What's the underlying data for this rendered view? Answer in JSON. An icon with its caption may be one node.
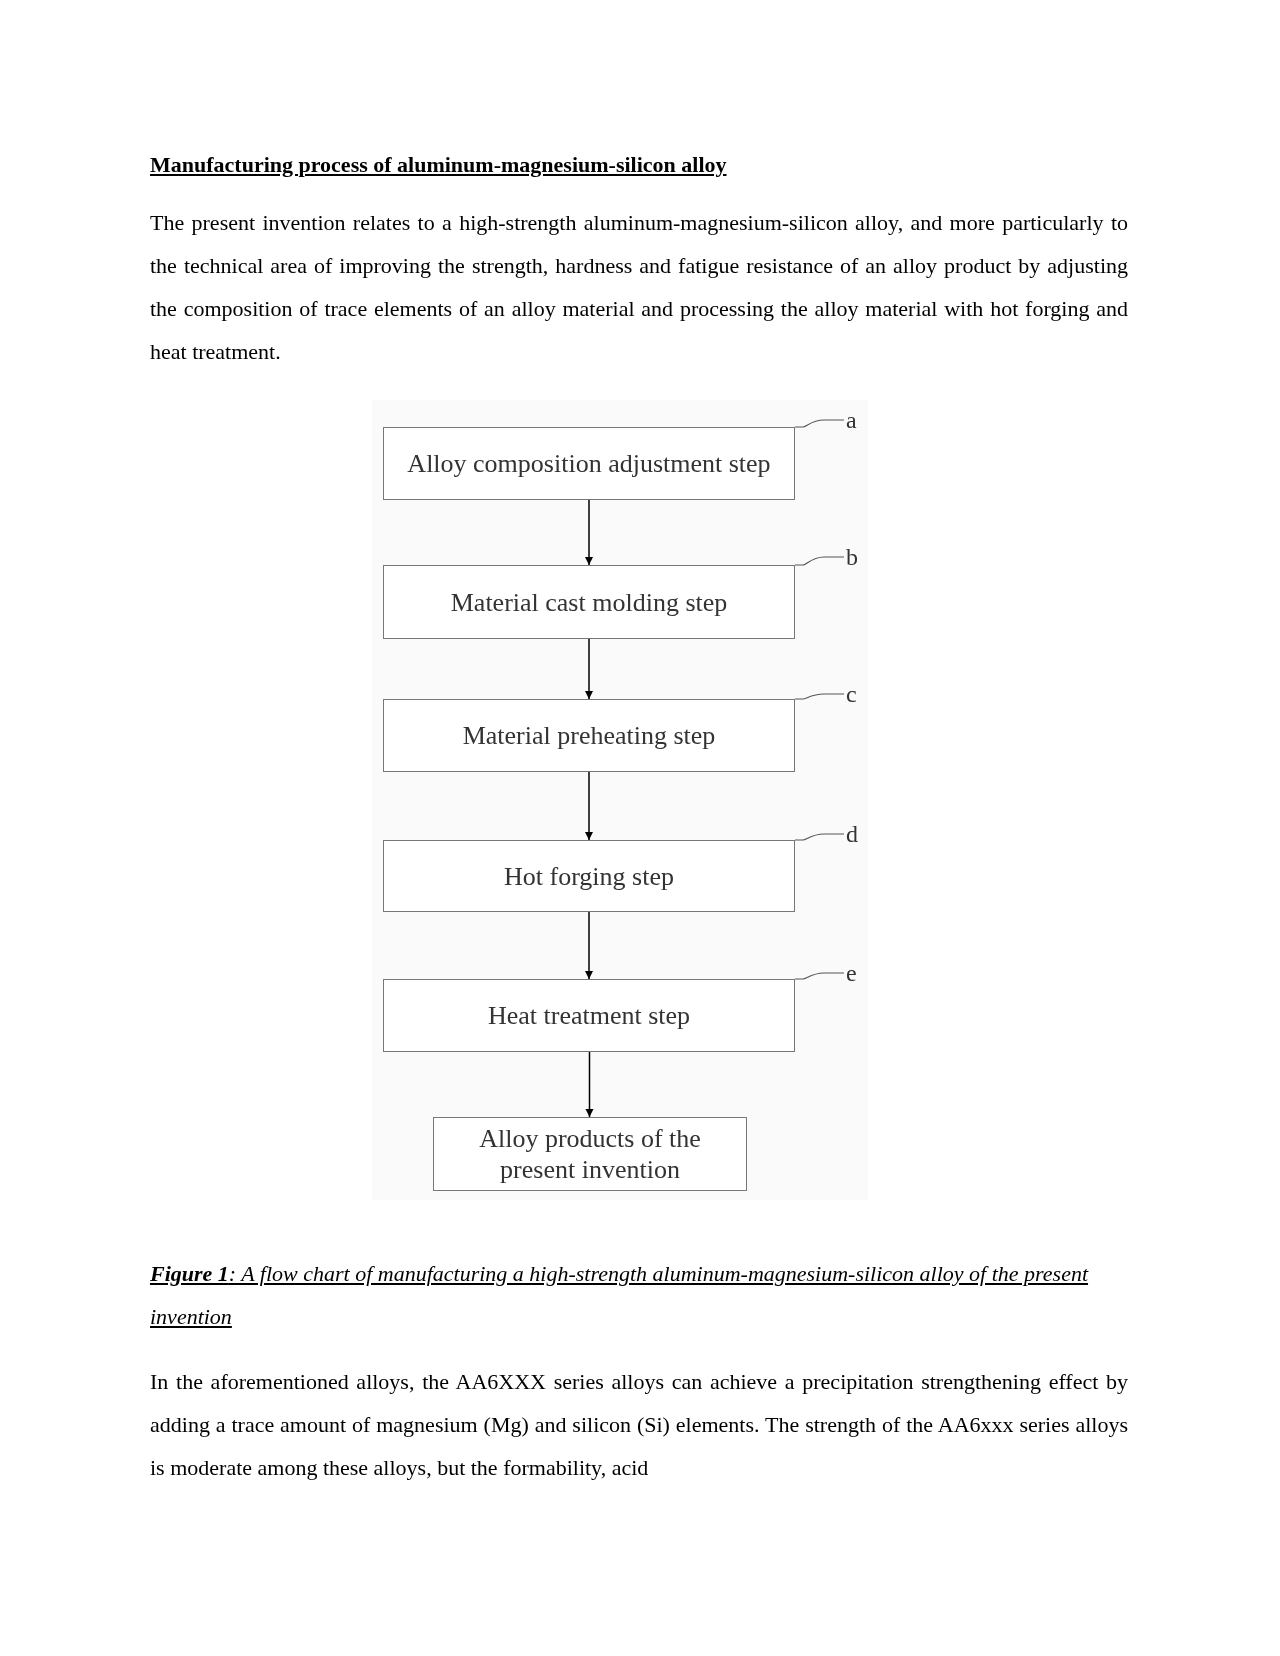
{
  "diagram": {
    "title": "Manufacturing process of aluminum-magnesium-silicon alloy",
    "caption": "**Figure 1**: A flow chart of manufacturing a high-strength aluminum-magnesium-silicon alloy of the present invention",
    "nodes": [
      {
        "text": [
          "Alloy composition adjustment step"
        ]
      },
      {
        "text": [
          "Material cast molding step"
        ]
      },
      {
        "text": [
          "Material preheating step"
        ]
      },
      {
        "text": [
          "Hot forging step"
        ]
      },
      {
        "text": [
          "Heat treatment step"
        ]
      },
      {
        "text": [
          "Alloy products of the present invention"
        ]
      },
      {
        "text": [
          "a"
        ]
      },
      {
        "text": [
          "b"
        ]
      },
      {
        "text": [
          "c"
        ]
      },
      {
        "text": [
          "d"
        ]
      },
      {
        "text": [
          "e"
        ]
      }
    ],
    "edges": [
      {
        "from": 0,
        "to": 1,
        "arrow": "to"
      },
      {
        "from": 1,
        "to": 2,
        "arrow": "to"
      },
      {
        "from": 2,
        "to": 3,
        "arrow": "to"
      },
      {
        "from": 3,
        "to": 4,
        "arrow": "to"
      },
      {
        "from": 4,
        "to": 5,
        "arrow": "to"
      },
      {
        "from": 6,
        "to": 0,
        "arrow": "none"
      },
      {
        "from": 7,
        "to": 1,
        "arrow": "none"
      },
      {
        "from": 8,
        "to": 2,
        "arrow": "none"
      },
      {
        "from": 9,
        "to": 3,
        "arrow": "none"
      },
      {
        "from": 10,
        "to": 4,
        "arrow": "none"
      }
    ],
    "labels": [
      "The present invention relates to a high-strength aluminum-magnesium-silicon alloy, and more particularly to the technical area of improving the strength, hardness and fatigue resistance of an alloy product by adjusting the composition of trace elements of an alloy material and processing the alloy material with hot forging and heat treatment.",
      "In the aforementioned alloys, the AA6XXX series alloys can achieve a precipitation strengthening effect by adding a trace amount of magnesium (Mg) and silicon (Si) elements. The strength of the AA6xxx series alloys is moderate among these alloys, but the formability, acid"
    ]
  }
}
